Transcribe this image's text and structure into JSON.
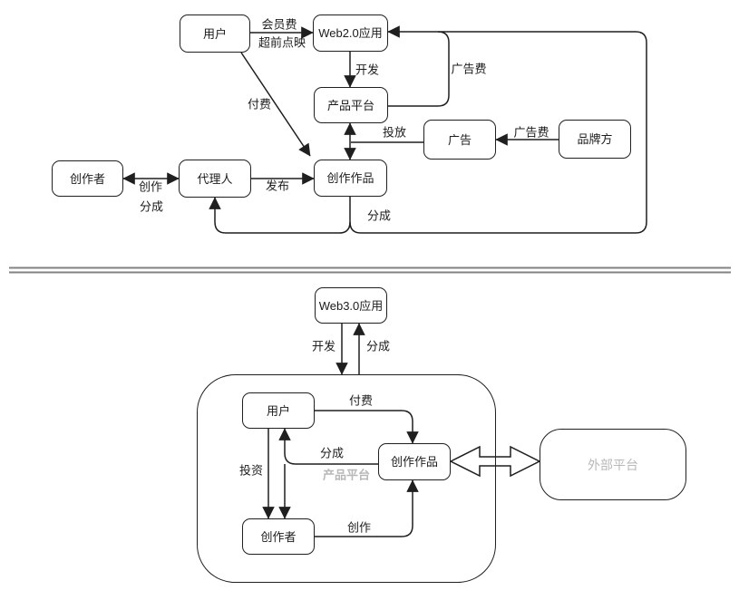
{
  "colors": {
    "line": "#1f1f1f",
    "text": "#1c1c1c",
    "muted_text": "#b8b8b8",
    "divider": "#828282",
    "background": "#ffffff"
  },
  "top_diagram": {
    "nodes": {
      "user": "用户",
      "web2_app": "Web2.0应用",
      "product_platform": "产品平台",
      "ad": "广告",
      "brand": "品牌方",
      "creator": "创作者",
      "agent": "代理人",
      "work": "创作作品"
    },
    "edge_labels": {
      "membership_fee": "会员费",
      "advance_screening": "超前点映",
      "develop": "开发",
      "ad_fee_platform": "广告费",
      "placement": "投放",
      "ad_fee_brand": "广告费",
      "pay": "付费",
      "create": "创作",
      "share_creator": "分成",
      "publish": "发布",
      "share_web2": "分成"
    }
  },
  "bottom_diagram": {
    "nodes": {
      "web3_app": "Web3.0应用",
      "product_platform": "产品平台",
      "user": "用户",
      "work": "创作作品",
      "creator": "创作者",
      "external_platform": "外部平台"
    },
    "edge_labels": {
      "develop": "开发",
      "share_app": "分成",
      "pay": "付费",
      "share_user": "分成",
      "invest": "投资",
      "create": "创作"
    }
  }
}
